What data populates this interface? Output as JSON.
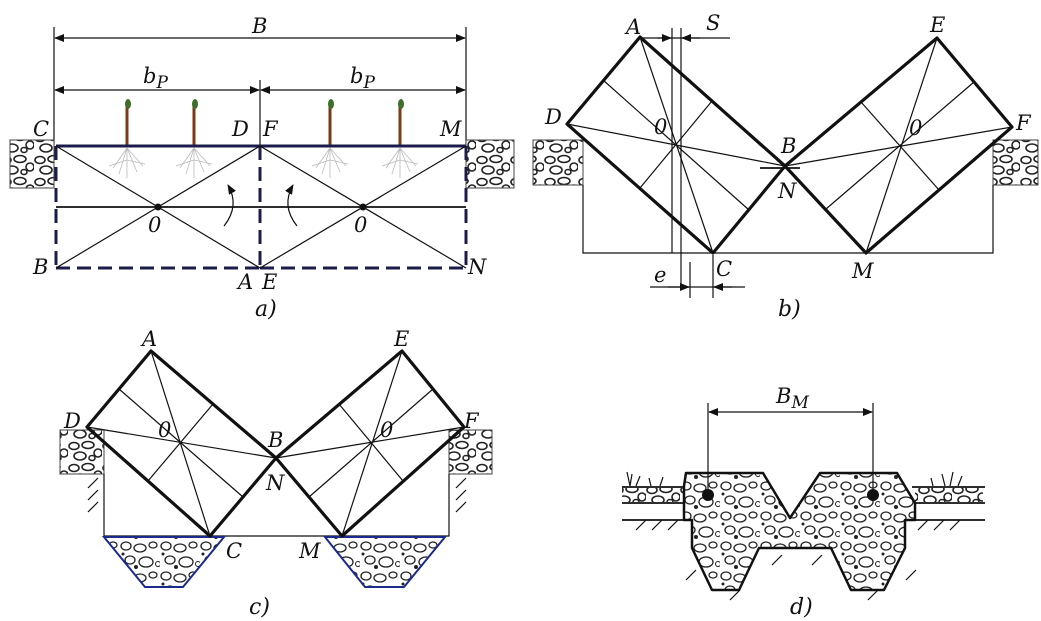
{
  "panel_a": {
    "caption": "a)",
    "dim_total": "B",
    "dim_strip_left": "b",
    "dim_strip_left_sub": "P",
    "dim_strip_right": "b",
    "dim_strip_right_sub": "P",
    "points": {
      "C": "C",
      "D": "D",
      "F": "F",
      "M": "M",
      "B": "B",
      "A": "A",
      "E": "E",
      "N": "N",
      "O_left": "0",
      "O_right": "0"
    }
  },
  "panel_b": {
    "caption": "b)",
    "dim_s": "S",
    "dim_e": "e",
    "points": {
      "A": "A",
      "D": "D",
      "B": "B",
      "N": "N",
      "C": "C",
      "E": "E",
      "F": "F",
      "M": "M",
      "O_left": "0",
      "O_right": "0"
    }
  },
  "panel_c": {
    "caption": "c)",
    "points": {
      "A": "A",
      "D": "D",
      "B": "B",
      "N": "N",
      "C": "C",
      "M": "M",
      "E": "E",
      "F": "F",
      "O_left": "0",
      "O_right": "0"
    }
  },
  "panel_d": {
    "caption": "d)",
    "dim_width": "B",
    "dim_width_sub": "M"
  },
  "colors": {
    "line": "#111111",
    "frame_navy": "#1c1c4a",
    "plant_stem": "#7a3a18",
    "leaf": "#3e6e2a"
  }
}
